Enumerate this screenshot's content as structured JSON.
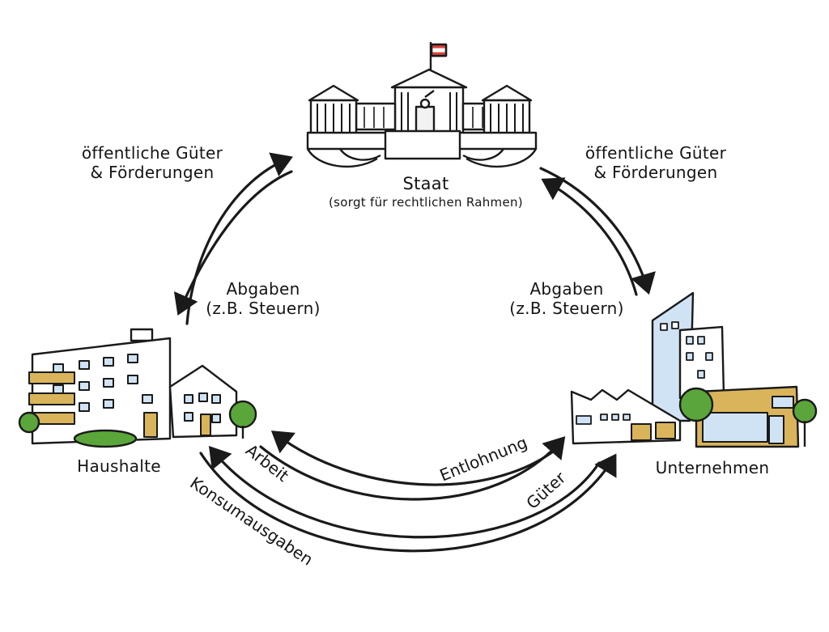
{
  "nodes": {
    "staat": {
      "name": "Staat",
      "note": "(sorgt für rechtlichen Rahmen)"
    },
    "haushalte": {
      "name": "Haushalte"
    },
    "unternehmen": {
      "name": "Unternehmen"
    }
  },
  "flows": {
    "staat_to_haushalte": {
      "line1": "öffentliche Güter",
      "line2": "& Förderungen"
    },
    "haushalte_to_staat": {
      "line1": "Abgaben",
      "line2": "(z.B. Steuern)"
    },
    "staat_to_unternehmen": {
      "line1": "öffentliche Güter",
      "line2": "& Förderungen"
    },
    "unternehmen_to_staat": {
      "line1": "Abgaben",
      "line2": "(z.B. Steuern)"
    },
    "entlohnung": "Entlohnung",
    "arbeit": "Arbeit",
    "gueter": "Güter",
    "konsumausgaben": "Konsumausgaben"
  },
  "colors": {
    "ink": "#1a1a1a",
    "flag_red": "#d9453b",
    "wood": "#d9b45a",
    "glass": "#cfe3f5",
    "tree": "#5aa63a"
  }
}
